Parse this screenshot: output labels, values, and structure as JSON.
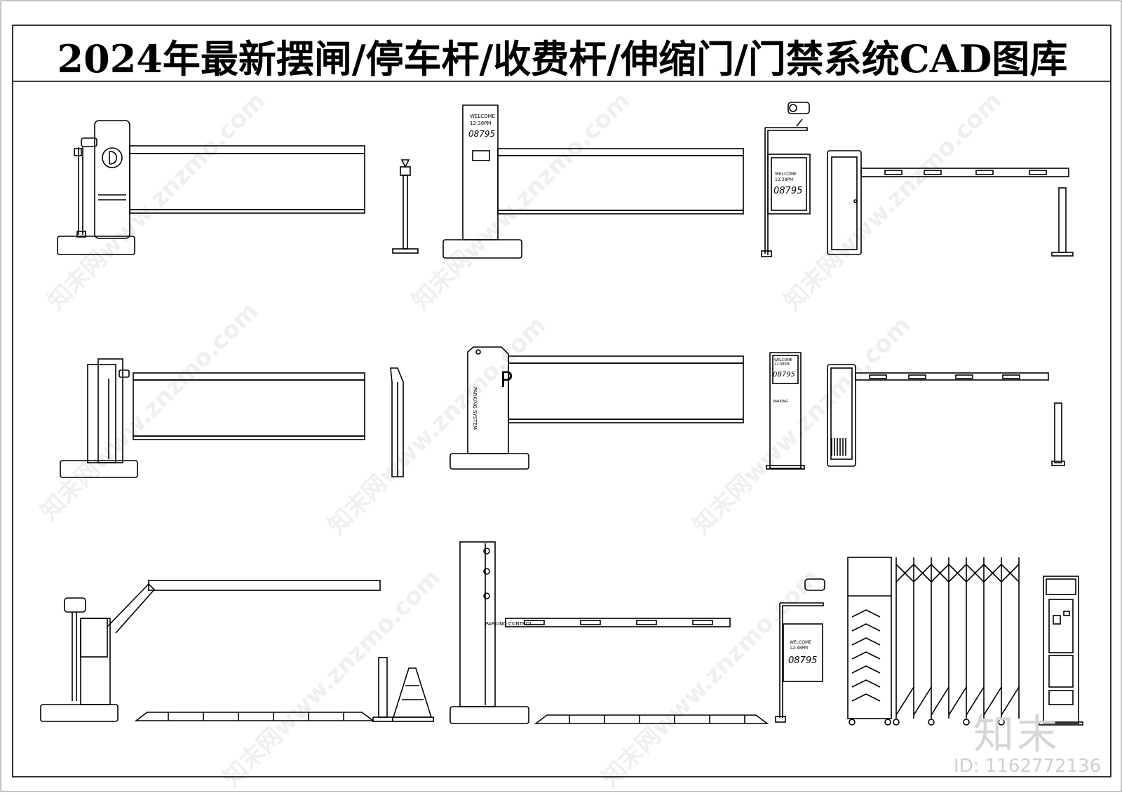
{
  "title": "2024年最新摆闸/停车杆/收费杆/伸缩门/门禁系统CAD图库",
  "display": {
    "welcome": "WELCOME",
    "time": "12:38PM",
    "plate": "08795"
  },
  "labels": {
    "parking_system": "PARKING SYSTEM",
    "parking": "PARKING",
    "p_letter": "P",
    "parking_control": "PARKING CONTROL"
  },
  "watermark": {
    "text": "知末网www.znzmo.com",
    "logo": "知末",
    "id": "ID: 1162772136"
  },
  "colors": {
    "line": "#000000",
    "watermark": "#cccccc"
  }
}
